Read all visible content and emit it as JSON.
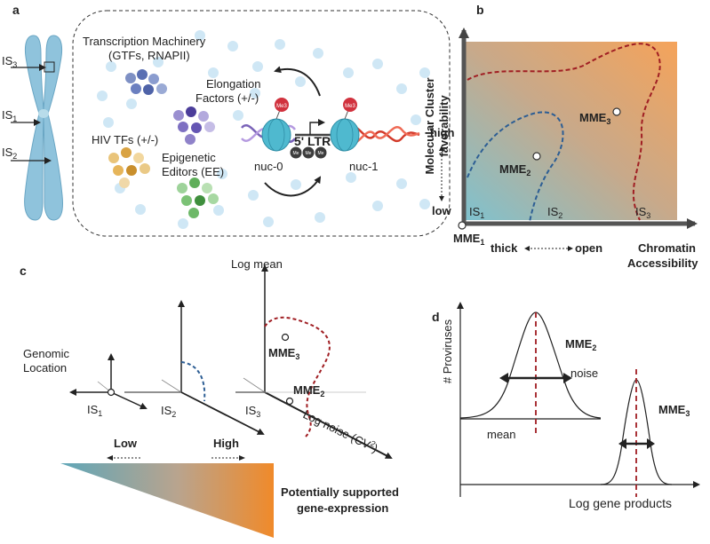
{
  "colors": {
    "teal": "#5fa6b8",
    "orange": "#f0a35e",
    "red_dashed": "#a01e23",
    "blue_dashed": "#2d5e94",
    "chromosome": "#8fc3dc",
    "axis": "#444444"
  },
  "panel_a": {
    "letter": "a",
    "chromosome_labels": [
      "IS",
      "IS",
      "IS"
    ],
    "chromosome_subs": [
      "3",
      "1",
      "2"
    ],
    "transcription_machinery": "Transcription Machinery",
    "transcription_machinery_sub": "(GTFs, RNAPII)",
    "elongation_factors_1": "Elongation",
    "elongation_factors_2": "Factors (+/-)",
    "hiv_tfs": "HIV TFs (+/-)",
    "epigenetic_1": "Epigenetic",
    "epigenetic_2": "Editors (EE)",
    "ltr": "5' LTR",
    "nuc0": "nuc-0",
    "nuc1": "nuc-1",
    "me3": "Me3",
    "me": "Me"
  },
  "panel_b": {
    "letter": "b",
    "y_label_1": "Molecular Cluster",
    "y_label_2": "favorability",
    "high": "high",
    "low": "low",
    "x_label_1": "Chromatin",
    "x_label_2": "Accessibility",
    "thick": "thick",
    "open": "open",
    "mme1": "MME",
    "mme1_sub": "1",
    "mme2": "MME",
    "mme2_sub": "2",
    "mme3": "MME",
    "mme3_sub": "3",
    "is1": "IS",
    "is1_sub": "1",
    "is2": "IS",
    "is2_sub": "2",
    "is3": "IS",
    "is3_sub": "3"
  },
  "panel_c": {
    "letter": "c",
    "log_mean": "Log mean",
    "genomic_1": "Genomic",
    "genomic_2": "Location",
    "log_noise": "Log noise (CV",
    "log_noise_sup": "2",
    "log_noise_end": ")",
    "is1": "IS",
    "is1_sub": "1",
    "is2": "IS",
    "is2_sub": "2",
    "is3": "IS",
    "is3_sub": "3",
    "mme3": "MME",
    "mme3_sub": "3",
    "mme2": "MME",
    "mme2_sub": "2",
    "low": "Low",
    "high": "High",
    "supported_1": "Potentially supported",
    "supported_2": "gene-expression"
  },
  "panel_d": {
    "letter": "d",
    "y_label": "# Proviruses",
    "x_label": "Log gene products",
    "mme2": "MME",
    "mme2_sub": "2",
    "mme3": "MME",
    "mme3_sub": "3",
    "noise": "noise",
    "mean": "mean"
  }
}
